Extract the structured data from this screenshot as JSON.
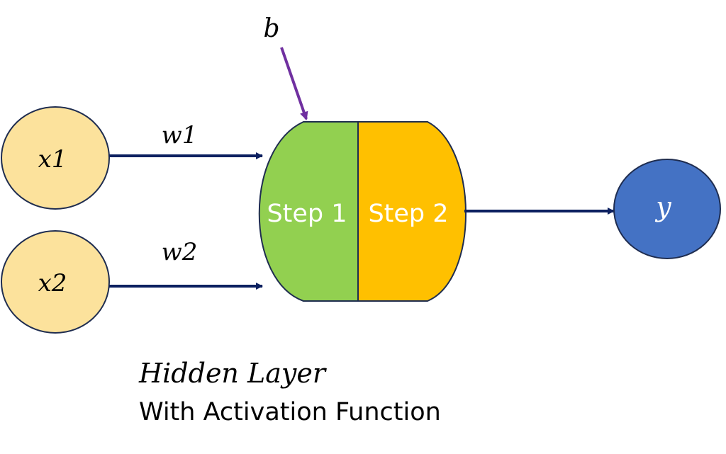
{
  "inputs": [
    {
      "label": "x1"
    },
    {
      "label": "x2"
    }
  ],
  "weights": [
    {
      "label": "w1"
    },
    {
      "label": "w2"
    }
  ],
  "bias": {
    "label": "b"
  },
  "neuron": {
    "step1_label": "Step 1",
    "step2_label": "Step 2"
  },
  "output": {
    "label": "y"
  },
  "caption": {
    "title": "Hidden Layer",
    "subtitle": "With Activation Function"
  },
  "colors": {
    "input_fill": "#fce29c",
    "input_stroke": "#1f2d50",
    "step1_fill": "#92d050",
    "step2_fill": "#ffc000",
    "output_fill": "#4472c4",
    "arrow": "#0c2060",
    "bias_arrow": "#7030a0",
    "neuron_text": "#ffffff"
  }
}
